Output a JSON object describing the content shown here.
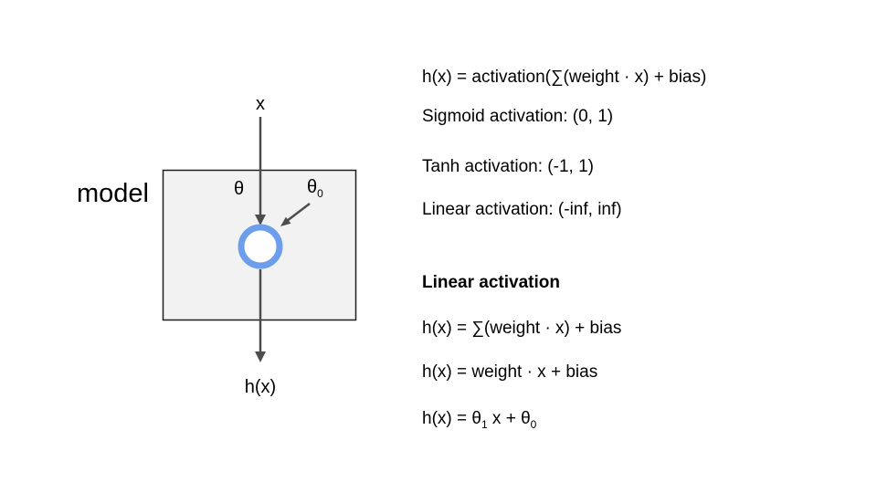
{
  "colors": {
    "background": "#ffffff",
    "box_fill": "#f2f2f2",
    "box_border": "#1f1f1f",
    "neuron_ring": "#6d9eeb",
    "arrow": "#4d4d4d",
    "text": "#000000"
  },
  "diagram": {
    "model_label": "model",
    "input_label": "x",
    "weight_label": "θ",
    "bias_label": {
      "base": "θ",
      "sub": "0"
    },
    "output_label": "h(x)"
  },
  "notes": {
    "activation_formula": "h(x) = activation(∑(weight · x) + bias)",
    "sigmoid_range": "Sigmoid activation: (0, 1)",
    "tanh_range": "Tanh activation: (-1, 1)",
    "linear_range": "Linear activation: (-inf, inf)",
    "linear_heading": "Linear activation",
    "linear_formula_sum": "h(x) = ∑(weight · x) + bias",
    "linear_formula_expanded": "h(x) = weight · x + bias",
    "linear_formula_theta": {
      "a": "h(x) = θ",
      "sub1": "1",
      "b": " x + θ",
      "sub2": "0"
    }
  }
}
